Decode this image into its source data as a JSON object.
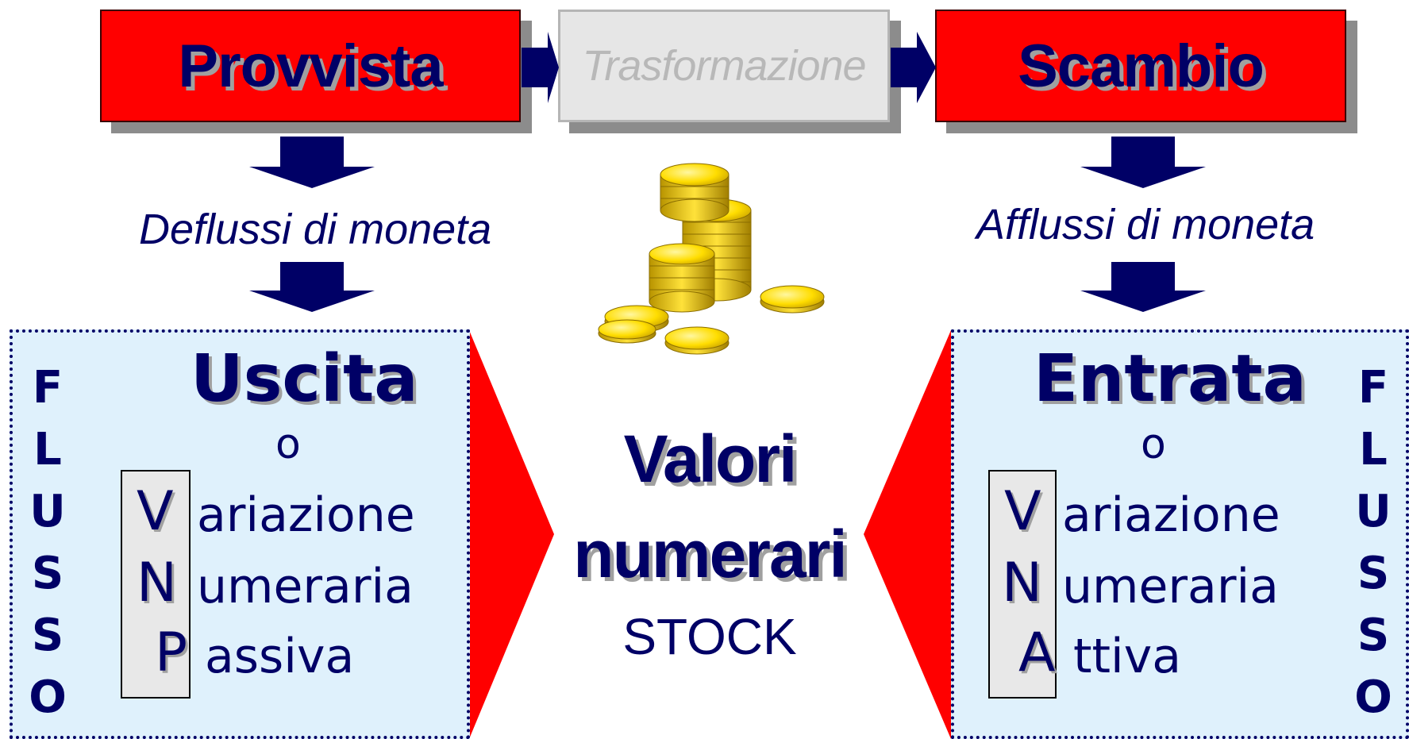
{
  "top": {
    "provvista": "Provvista",
    "trasformazione": "Trasformazione",
    "scambio": "Scambio"
  },
  "flows": {
    "left": "Deflussi di moneta",
    "right": "Afflussi di moneta"
  },
  "left_panel": {
    "vertical": [
      "F",
      "L",
      "U",
      "S",
      "S",
      "O"
    ],
    "heading": "Uscita",
    "or": "o",
    "rows": [
      {
        "letter": "V",
        "rest": "ariazione"
      },
      {
        "letter": "N",
        "rest": "umeraria"
      },
      {
        "letter": "P",
        "rest": "assiva"
      }
    ]
  },
  "right_panel": {
    "vertical": [
      "F",
      "L",
      "U",
      "S",
      "S",
      "O"
    ],
    "heading": "Entrata",
    "or": "o",
    "rows": [
      {
        "letter": "V",
        "rest": "ariazione"
      },
      {
        "letter": "N",
        "rest": "umeraria"
      },
      {
        "letter": "A",
        "rest": "ttiva"
      }
    ]
  },
  "center": {
    "line1": "Valori",
    "line2": "numerari",
    "line3": "STOCK"
  },
  "colors": {
    "navy": "#000066",
    "red": "#ff0000",
    "panel": "#dff1fc",
    "coin": "#ffdd00"
  },
  "icons": [
    "gold-coins-icon"
  ]
}
